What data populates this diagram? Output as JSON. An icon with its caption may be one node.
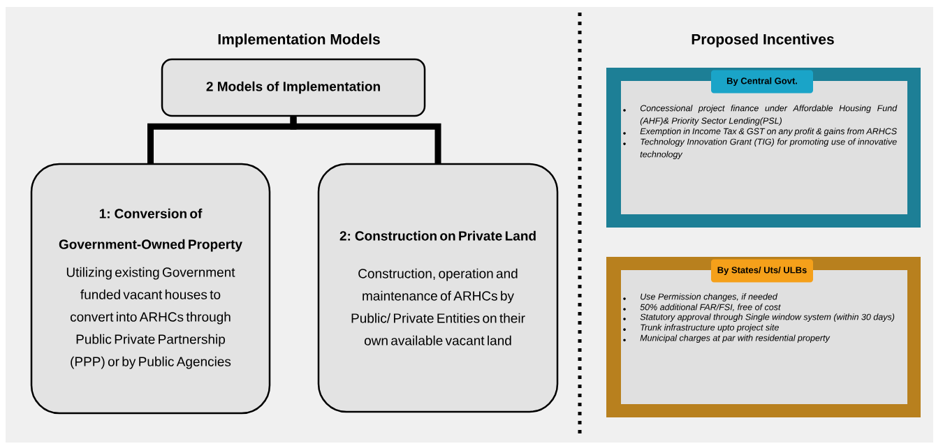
{
  "diagram": {
    "nodes": [
      {
        "text": [
          "2 Models of Implementation"
        ]
      },
      {
        "text": [
          "1: Conversion of Government-Owned Property",
          "Utilizing existing Government funded vacant houses to convert into ARHCs through Public Private Partnership (PPP) or by Public Agencies"
        ]
      },
      {
        "text": [
          "2: Construction on Private Land",
          "Construction, operation and maintenance of ARHCs by Public/ Private Entities on their own available vacant land"
        ]
      },
      {
        "text": [
          "By Central Govt.",
          "Concessional project finance under Affordable Housing Fund (AHF)& Priority Sector Lending(PSL)",
          "Exemption in Income Tax & GST on any profit & gains from ARHCS",
          "Technology Innovation Grant (TIG) for promoting use of innovative technology"
        ]
      },
      {
        "text": [
          "By States/ Uts/ ULBs",
          "Use Permission changes, if needed",
          "50% additional FAR/FSI, free of cost",
          "Statutory approval through Single window system (within 30 days)",
          "Trunk infrastructure upto project site",
          "Municipal charges at par with residential property"
        ]
      }
    ],
    "edges": [
      {
        "from": 0,
        "to": 1,
        "arrow": "none"
      },
      {
        "from": 0,
        "to": 2,
        "arrow": "none"
      }
    ],
    "labels": [
      "Implementation Models",
      "Proposed Incentives"
    ]
  }
}
